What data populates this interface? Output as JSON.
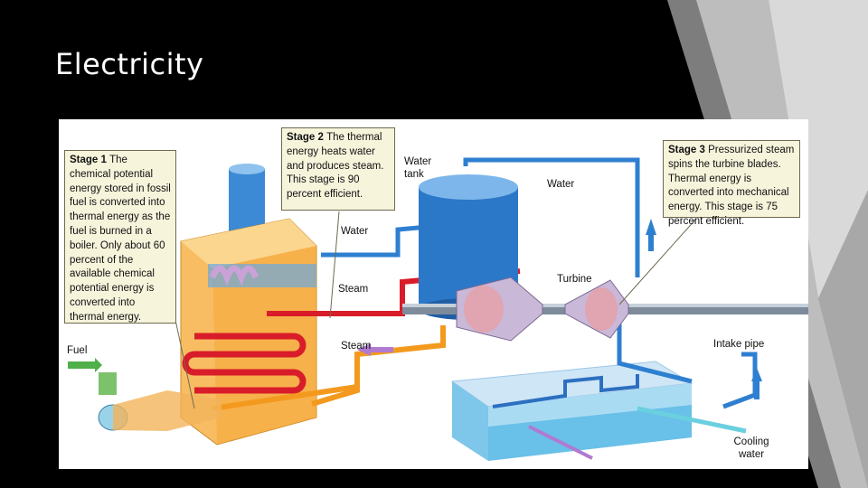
{
  "slide": {
    "title": "Electricity"
  },
  "colors": {
    "background": "#000000",
    "steam": "#d91c2a",
    "water": "#2e7fd0",
    "fuel": "#f39a1e",
    "cooling_water": "#7fd3e6",
    "callout_bg": "#f7f4dc",
    "deco_grey": "#9a9a9a"
  },
  "diagram": {
    "stages": [
      {
        "heading": "Stage 1",
        "text": "The chemical potential energy stored in fossil fuel is converted into thermal energy as the fuel is burned in a boiler. Only about 60 percent of the available chemical potential energy is converted into thermal energy."
      },
      {
        "heading": "Stage 2",
        "text": "The thermal energy heats water and produces steam. This stage is 90 percent efficient."
      },
      {
        "heading": "Stage 3",
        "text": "Pressurized steam spins the turbine blades. Thermal energy is converted into mechanical energy. This stage is 75 percent efficient."
      }
    ],
    "labels": {
      "water_tank": "Water tank",
      "water_top": "Water",
      "water_left": "Water",
      "steam_upper": "Steam",
      "steam_lower": "Steam",
      "turbine": "Turbine",
      "fuel": "Fuel",
      "intake_pipe": "Intake pipe",
      "cooling_water": "Cooling water"
    }
  }
}
